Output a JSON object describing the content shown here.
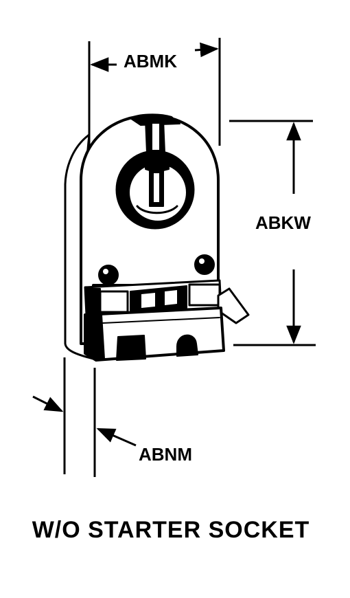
{
  "labels": {
    "width_dim": "ABMK",
    "height_dim": "ABKW",
    "thickness_dim": "ABNM"
  },
  "caption": "W/O STARTER SOCKET",
  "colors": {
    "ink": "#000000",
    "paper": "#ffffff"
  }
}
